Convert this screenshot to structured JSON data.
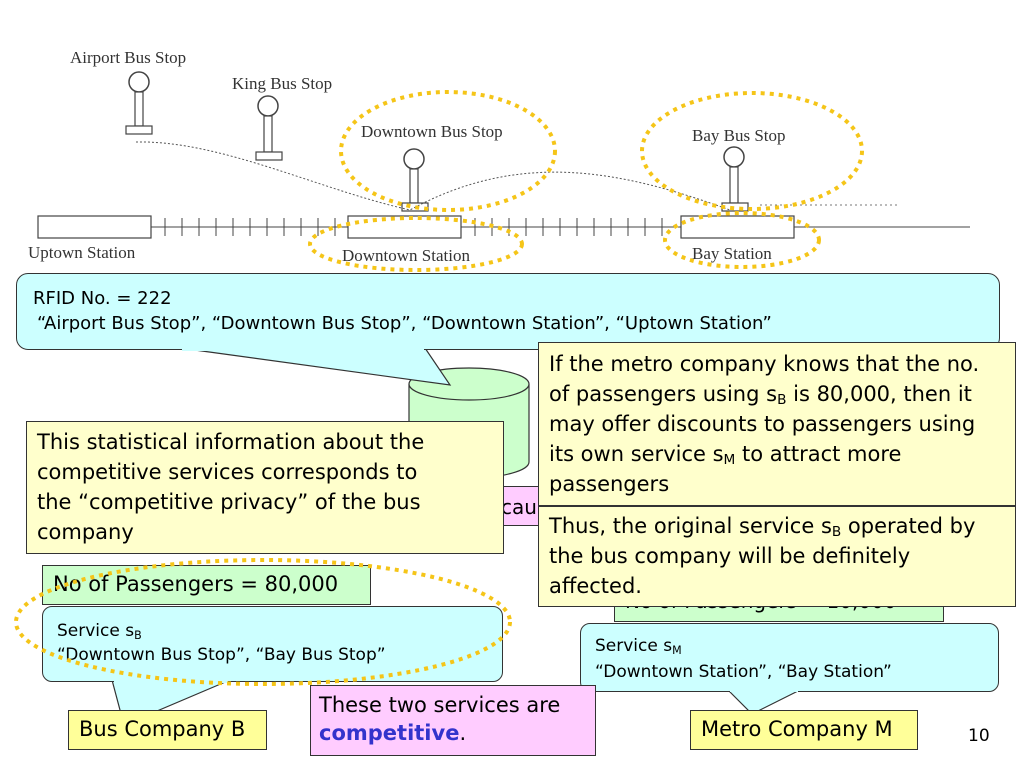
{
  "diagram": {
    "stops": {
      "airport": "Airport Bus Stop",
      "king": "King Bus Stop",
      "downtown": "Downtown Bus Stop",
      "bay": "Bay Bus Stop"
    },
    "stations": {
      "uptown": "Uptown Station",
      "downtown": "Downtown Station",
      "bay": "Bay Station"
    }
  },
  "rfid_callout": {
    "line1": "RFID No. = 222",
    "line2": "“Airport Bus Stop”, “Downtown Bus Stop”, “Downtown Station”, “Uptown Station”"
  },
  "hidden_text": {
    "cau": "cau",
    "metro_passengers_fragment": "No of Passengers = 10,000"
  },
  "metro_knowledge": {
    "part1": "If the metro company knows that the no. of passengers using s",
    "sub1": "B",
    "part2": " is 80,000, then it may offer discounts to passengers using its own service s",
    "sub2": "M",
    "part3": " to attract more passengers"
  },
  "thus_box": {
    "part1": "Thus, the original service s",
    "sub": "B",
    "part2": " operated by the bus company will be definitely affected."
  },
  "statistical_box": {
    "text": "This statistical information about the competitive services corresponds to the “competitive privacy” of the bus company"
  },
  "bus_passengers": "No of Passengers = 80,000",
  "service_b": {
    "label": "Service s",
    "sub": "B",
    "stops": "“Downtown Bus Stop”, “Bay Bus Stop”"
  },
  "service_m": {
    "label": "Service s",
    "sub": "M",
    "stops": "“Downtown Station”, “Bay Station”"
  },
  "competitive_note": {
    "line1": "These two services are",
    "bold": "competitive",
    "end": "."
  },
  "company_b": "Bus Company B",
  "company_m": "Metro Company M",
  "page_number": "10",
  "colors": {
    "callout_fill": "#ccffff",
    "note_fill": "#ffffcc",
    "label_fill": "#ffff99",
    "green_fill": "#ccffcc",
    "pink_fill": "#ffccff",
    "dotted_ellipse": "#f5c518",
    "emphasis": "#3333cc"
  }
}
